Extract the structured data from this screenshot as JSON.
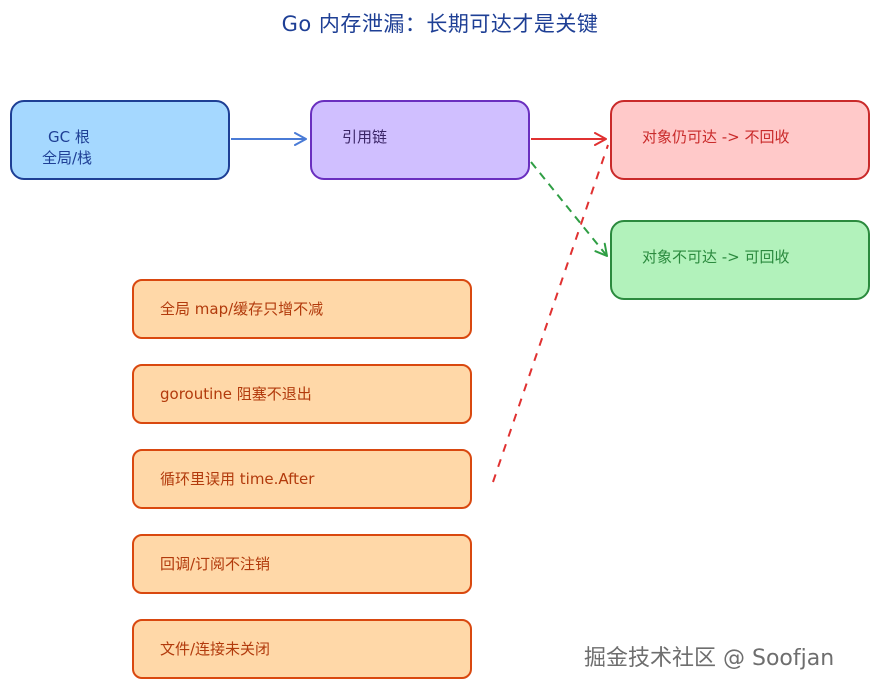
{
  "title": "Go 内存泄漏：长期可达才是关键",
  "nodes": {
    "gc_root": {
      "line1": "GC 根",
      "line2": "全局/栈"
    },
    "ref_chain": {
      "label": "引用链"
    },
    "reachable": {
      "label": "对象仍可达 -> 不回收"
    },
    "unreachable": {
      "label": "对象不可达 -> 可回收"
    }
  },
  "causes": [
    {
      "label": "全局 map/缓存只增不减"
    },
    {
      "label": "goroutine 阻塞不退出"
    },
    {
      "label": "循环里误用 time.After"
    },
    {
      "label": "回调/订阅不注销"
    },
    {
      "label": "文件/连接未关闭"
    }
  ],
  "watermark": "掘金技术社区 @ Soofjan",
  "colors": {
    "title": "#1e3f95",
    "gc_root_fill": "#a5d8ff",
    "ref_chain_fill": "#d0bfff",
    "reachable_fill": "#ffc9c9",
    "unreachable_fill": "#b2f2bb",
    "cause_fill": "#ffd8a8",
    "arrow_blue": "#4a7bd6",
    "arrow_red": "#e03131",
    "arrow_green_dashed": "#2f9e44",
    "link_red_dashed": "#e03131"
  }
}
